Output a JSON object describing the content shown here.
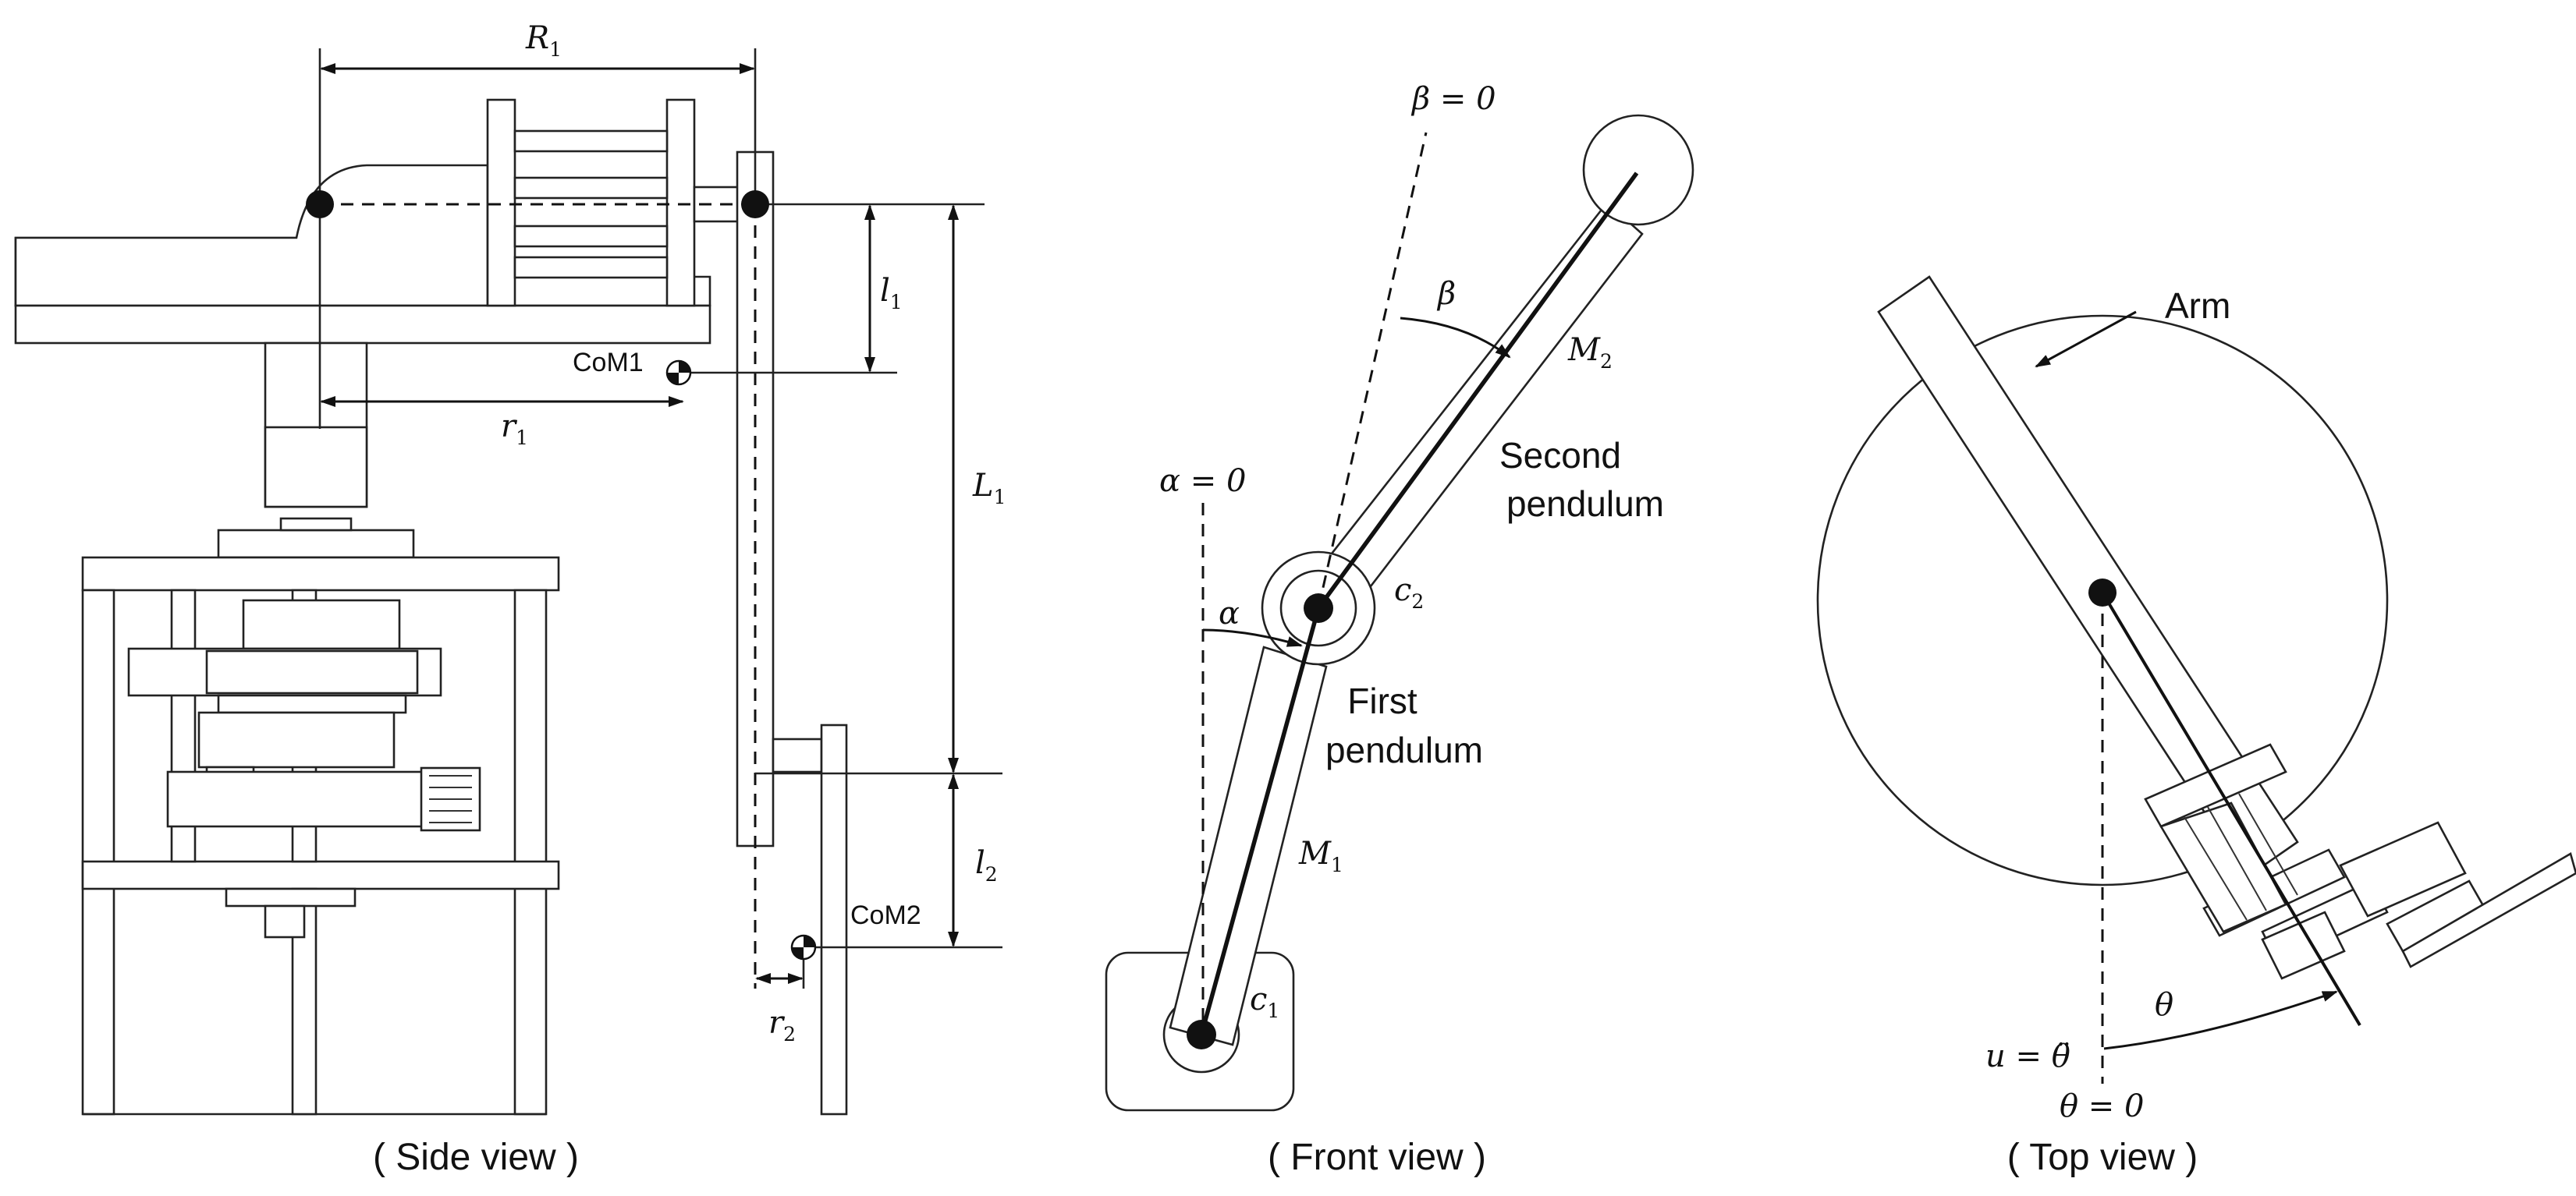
{
  "views": {
    "side": {
      "caption": "( Side view )",
      "labels": {
        "R": "R",
        "R_sub": "1",
        "r1": "r",
        "r1_sub": "1",
        "l1": "l",
        "l1_sub": "1",
        "L1": "L",
        "L1_sub": "1",
        "l2": "l",
        "l2_sub": "2",
        "r2": "r",
        "r2_sub": "2",
        "com1": "CoM1",
        "com2": "CoM2"
      }
    },
    "front": {
      "caption": "( Front view )",
      "labels": {
        "beta_zero": "β = 0",
        "alpha_zero": "α = 0",
        "beta": "β",
        "alpha": "α",
        "M2": "M",
        "M2_sub": "2",
        "M1": "M",
        "M1_sub": "1",
        "c2": "c",
        "c2_sub": "2",
        "c1": "c",
        "c1_sub": "1",
        "second_pendulum_l1": "Second",
        "second_pendulum_l2": "pendulum",
        "first_pendulum_l1": "First",
        "first_pendulum_l2": "pendulum"
      }
    },
    "top": {
      "caption": "( Top view )",
      "labels": {
        "arm": "Arm",
        "theta": "θ",
        "u_eq": "u = θ̈",
        "theta_zero": "θ = 0"
      }
    }
  }
}
